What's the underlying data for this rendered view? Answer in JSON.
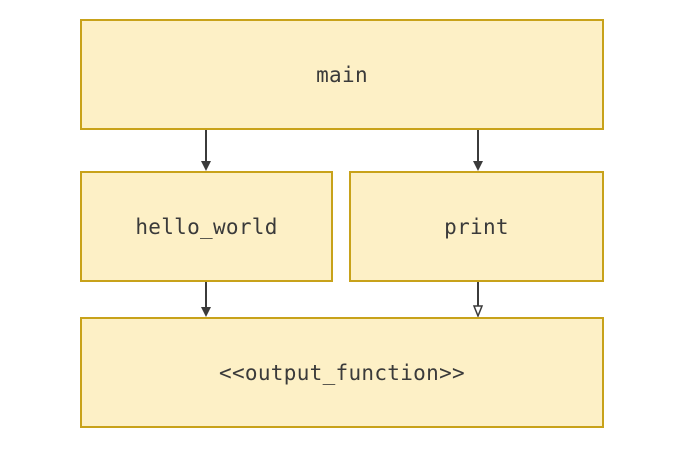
{
  "nodes": {
    "main": "main",
    "hello_world": "hello_world",
    "print": "print",
    "output_function": "<<output_function>>"
  },
  "edges": [
    {
      "from": "main",
      "to": "hello_world",
      "head": "filled"
    },
    {
      "from": "main",
      "to": "print",
      "head": "filled"
    },
    {
      "from": "hello_world",
      "to": "output_function",
      "head": "filled"
    },
    {
      "from": "print",
      "to": "output_function",
      "head": "hollow"
    }
  ],
  "colors": {
    "node_fill": "#fdf0c6",
    "node_border": "#c8a21a",
    "text": "#3a3a3a",
    "edge": "#3b3b3b"
  }
}
